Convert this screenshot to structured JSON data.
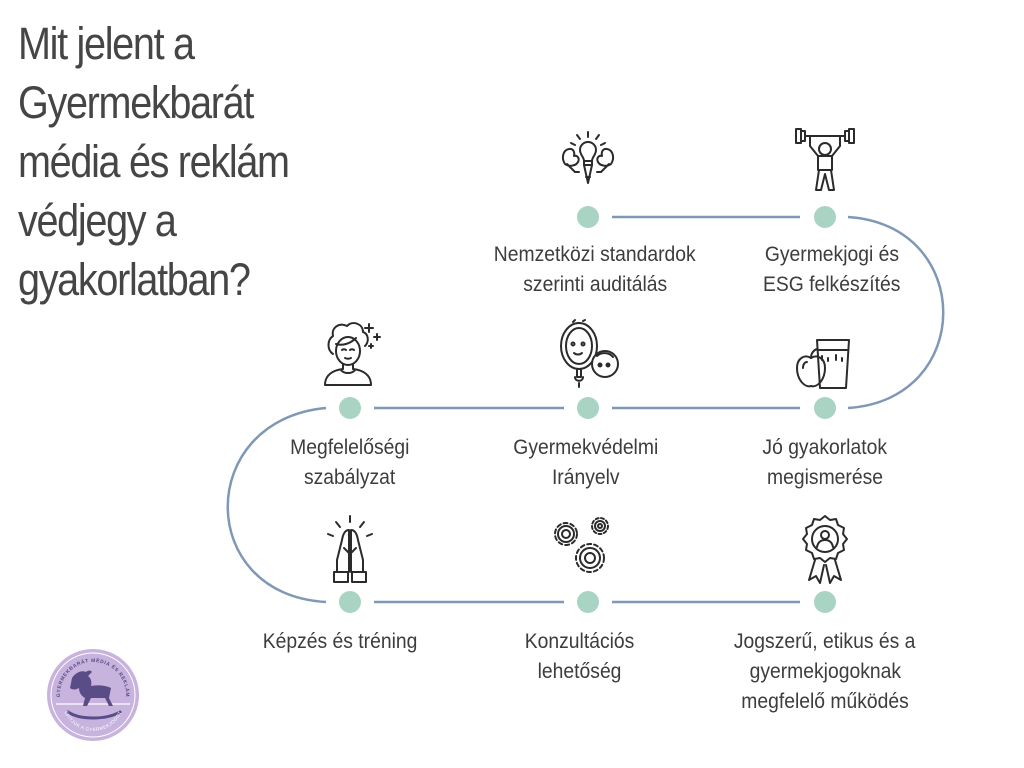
{
  "title": "Mit jelent a Gyermekbarát média és reklám védjegy a gyakorlatban?",
  "colors": {
    "path_line": "#7f98b6",
    "node_dot": "#a9d3c3",
    "icon_stroke": "#2b2b2b",
    "logo_fill": "#c7b3de",
    "logo_dark": "#5a4c86"
  },
  "steps": [
    {
      "icon": "lightbulb-brain-icon",
      "label_lines": [
        "Nemzetközi standardok",
        "szerinti auditálás"
      ]
    },
    {
      "icon": "weightlifter-icon",
      "label_lines": [
        "Gyermekjogi és",
        "ESG felkészítés"
      ]
    },
    {
      "icon": "apple-juice-icon",
      "label_lines": [
        "Jó gyakorlatok",
        "megismerése"
      ]
    },
    {
      "icon": "mirror-face-icon",
      "label_lines": [
        "Gyermekvédelmi",
        "Irányelv"
      ]
    },
    {
      "icon": "person-sparkle-icon",
      "label_lines": [
        "Megfelelőségi",
        "szabályzat"
      ]
    },
    {
      "icon": "praying-hands-icon",
      "label_lines": [
        "Képzés és tréning"
      ]
    },
    {
      "icon": "gears-icon",
      "label_lines": [
        "Konzultációs",
        "lehetőség"
      ]
    },
    {
      "icon": "award-rosette-icon",
      "label_lines": [
        "Jogszerű, etikus és a",
        "gyermekjogoknak",
        "megfelelő működés"
      ]
    }
  ],
  "logo": {
    "top_text": "GYERMEKBARÁT MÉDIA ÉS REKLÁM",
    "bottom_text": "ÉPÍTJÜK A GYERMEKJOGOT"
  }
}
